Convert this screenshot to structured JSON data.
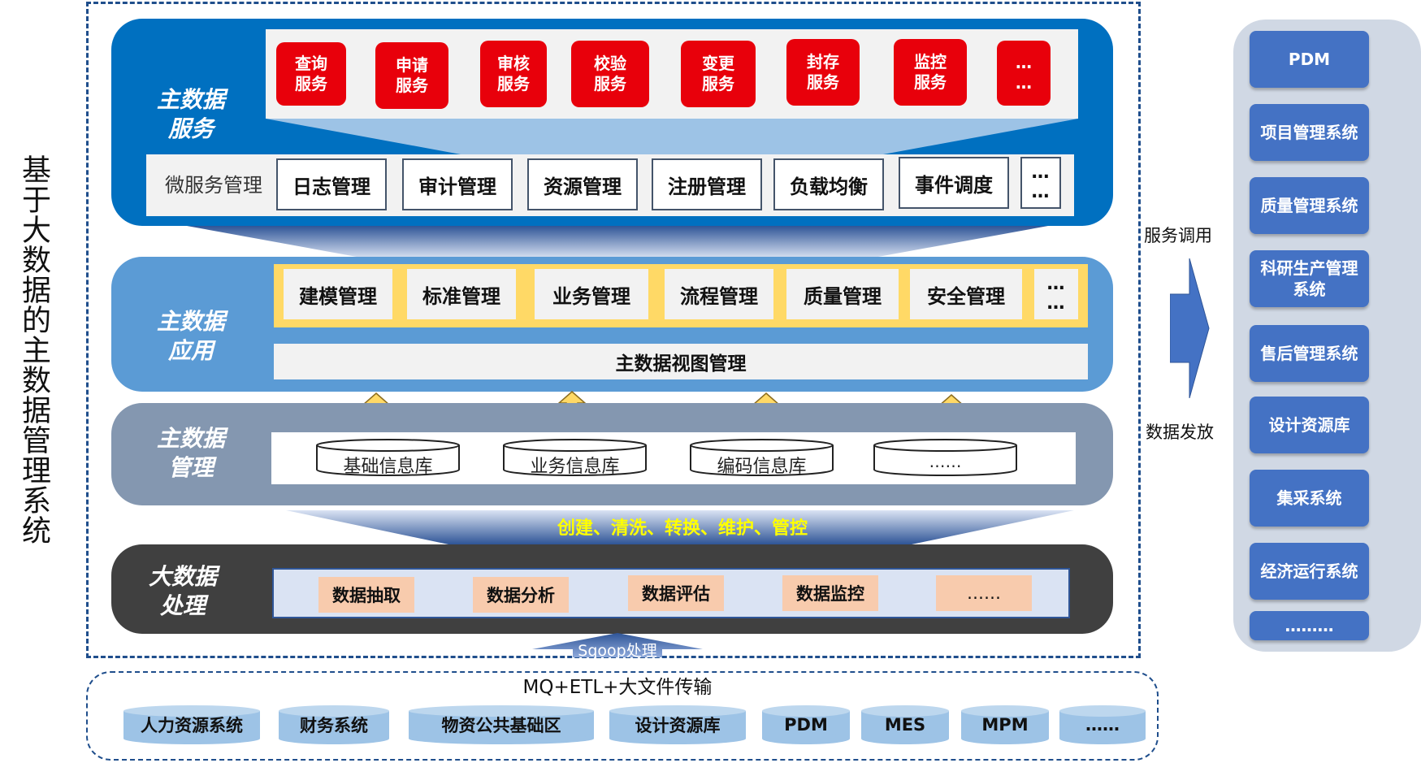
{
  "title": "基于大数据的主数据管理系统",
  "layers": {
    "service": {
      "label": "主数据\n服务",
      "red_buttons": [
        "查询\n服务",
        "申请\n服务",
        "审核\n服务",
        "校验\n服务",
        "变更\n服务",
        "封存\n服务",
        "监控\n服务",
        "…\n…"
      ],
      "microservice_label": "微服务管理",
      "mgmt_items": [
        "日志管理",
        "审计管理",
        "资源管理",
        "注册管理",
        "负载均衡",
        "事件调度",
        "…\n…"
      ]
    },
    "application": {
      "label": "主数据\n应用",
      "items": [
        "建模管理",
        "标准管理",
        "业务管理",
        "流程管理",
        "质量管理",
        "安全管理",
        "…\n…"
      ],
      "view_mgmt": "主数据视图管理"
    },
    "management": {
      "label": "主数据\n管理",
      "databases": [
        "基础信息库",
        "业务信息库",
        "编码信息库",
        "……"
      ]
    },
    "processing_caption": "创建、清洗、转换、维护、管控",
    "processing": {
      "label": "大数据\n处理",
      "items": [
        "数据抽取",
        "数据分析",
        "数据评估",
        "数据监控",
        "……"
      ]
    }
  },
  "sqoop_label": "Sqoop处理",
  "transfer_label": "MQ+ETL+大文件传输",
  "sources": [
    "人力资源系统",
    "财务系统",
    "物资公共基础区",
    "设计资源库",
    "PDM",
    "MES",
    "MPM",
    "……"
  ],
  "service_call_label": "服务调用",
  "data_publish_label": "数据发放",
  "right_systems": [
    "PDM",
    "项目管理系统",
    "质量管理系统",
    "科研生产管理\n系统",
    "售后管理系统",
    "设计资源库",
    "集采系统",
    "经济运行系统",
    "………"
  ],
  "colors": {
    "service_layer": "#0070c0",
    "application_layer": "#5b9bd5",
    "management_layer": "#8497b0",
    "processing_layer": "#404040",
    "red_button": "#e8000b",
    "caption_yellow": "#ffff00",
    "right_button": "#4472c4",
    "right_panel": "#d0d8e4"
  }
}
